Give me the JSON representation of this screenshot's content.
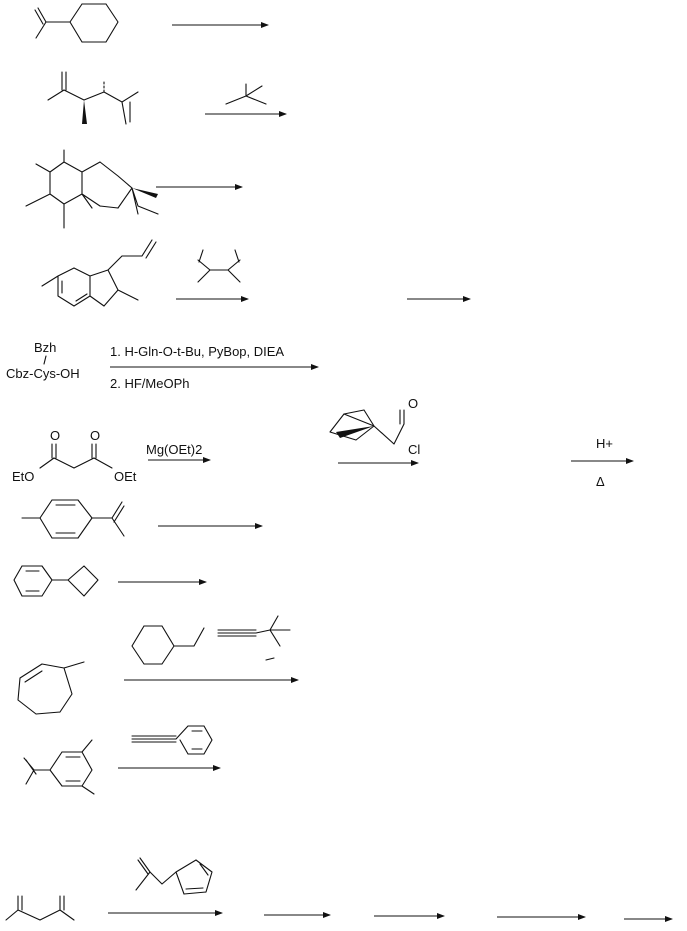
{
  "colors": {
    "ink": "#111111",
    "background": "#ffffff"
  },
  "reagents": {
    "peptide": {
      "step1": "1. H-Gln-O-t-Bu, PyBop, DIEA",
      "step2": "2. HF/MeOPh",
      "protecting_group": "Bzh",
      "substrate": "Cbz-Cys-OH"
    },
    "malonate": {
      "left_oxygen": "O",
      "right_oxygen": "O",
      "left_ester": "EtO",
      "right_ester": "OEt",
      "reagent": "Mg(OEt)2"
    },
    "acid_chloride": {
      "oxygen": "O",
      "chloride": "Cl"
    },
    "acid": {
      "catalyst": "H+",
      "heat": "Δ"
    }
  }
}
